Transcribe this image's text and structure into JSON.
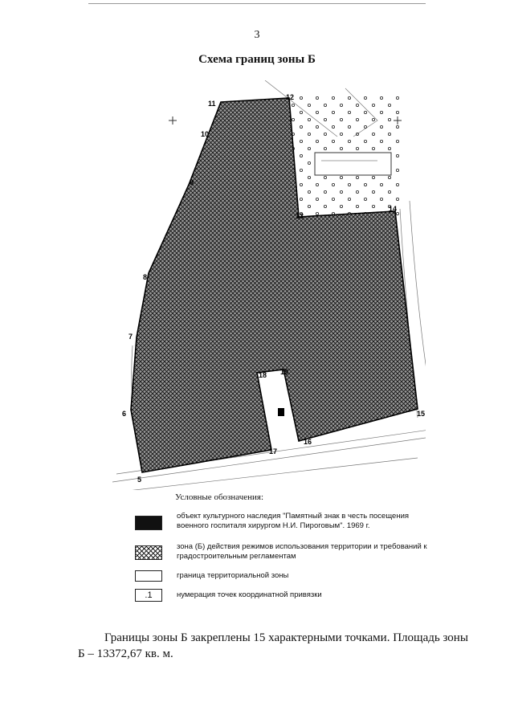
{
  "page_number": "3",
  "title": "Схема границ зоны Б",
  "map": {
    "point_labels": [
      "5",
      "6",
      "7",
      "8",
      "9",
      "10",
      "11",
      "12",
      "13",
      "14",
      "15",
      "16",
      "17",
      "18",
      "19"
    ]
  },
  "legend": {
    "title": "Условные обозначения:",
    "items": [
      {
        "text": "объект культурного наследия \"Памятный знак в честь посещения военного госпиталя хирургом Н.И. Пироговым\". 1969 г."
      },
      {
        "text": "зона (Б) действия режимов использования территории и требований к градостроительным регламентам"
      },
      {
        "text": "граница территориальной зоны"
      },
      {
        "symbol": ".1",
        "text": "нумерация точек координатной привязки"
      }
    ]
  },
  "body_text": "Границы зоны Б закреплены 15 характерными точками. Площадь зоны Б – 13372,67 кв. м."
}
